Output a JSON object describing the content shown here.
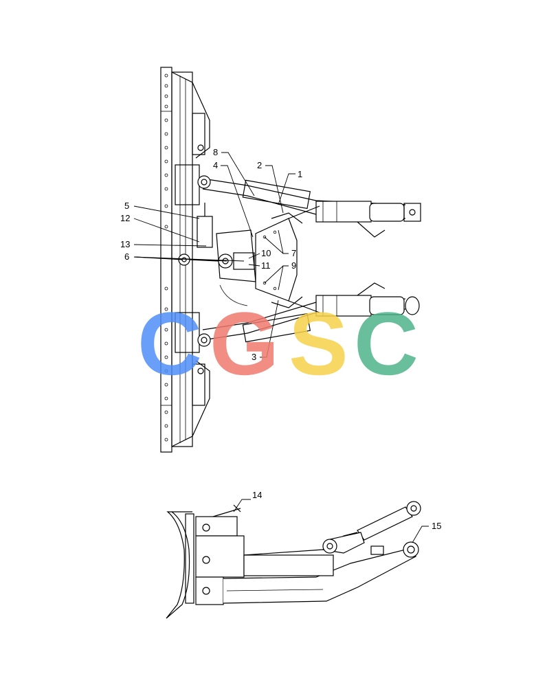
{
  "callouts": {
    "c1": "1",
    "c2": "2",
    "c3": "3",
    "c4": "4",
    "c5": "5",
    "c6": "6",
    "c7": "7",
    "c8": "8",
    "c9": "9",
    "c10": "10",
    "c11": "11",
    "c12": "12",
    "c13": "13",
    "c14": "14",
    "c15": "15"
  },
  "watermark": {
    "letters": [
      "C",
      "G",
      "S",
      "C"
    ],
    "colors": [
      "#4f8ff7",
      "#f07a6e",
      "#f7d24a",
      "#4fb38a"
    ]
  }
}
